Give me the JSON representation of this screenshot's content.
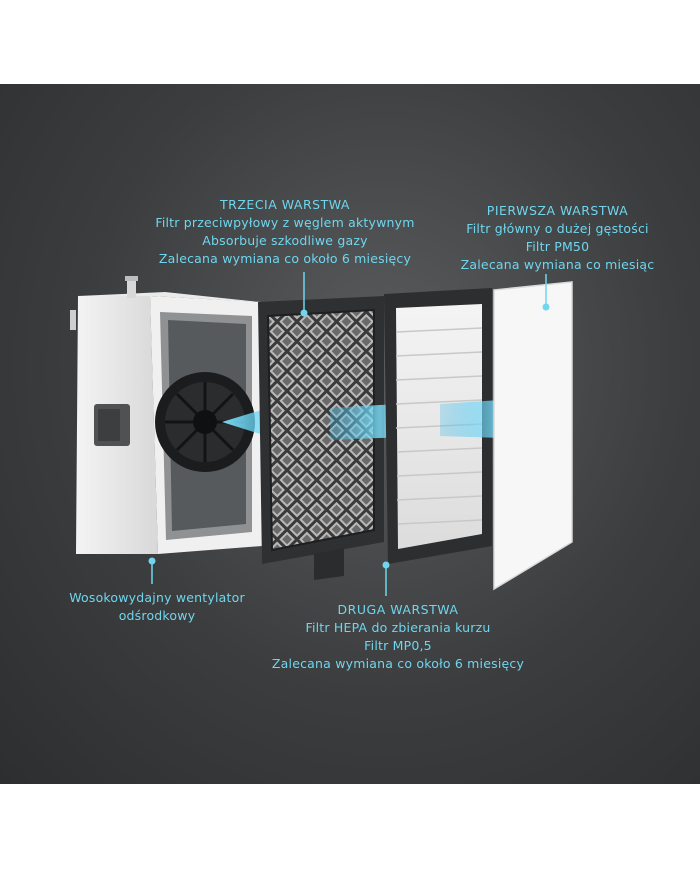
{
  "callouts": {
    "third_layer": {
      "title": "TRZECIA WARSTWA",
      "lines": [
        "Filtr przeciwpyłowy z węglem aktywnym",
        "Absorbuje szkodliwe gazy",
        "Zalecana wymiana co około 6 miesięcy"
      ]
    },
    "first_layer": {
      "title": "PIERWSZA WARSTWA",
      "lines": [
        "Filtr główny o dużej gęstości",
        "Filtr PM50",
        "Zalecana wymiana co miesiąc"
      ]
    },
    "second_layer": {
      "title": "DRUGA WARSTWA",
      "lines": [
        "Filtr HEPA do zbierania kurzu",
        "Filtr MP0,5",
        "Zalecana wymiana co około 6 miesięcy"
      ]
    },
    "fan": {
      "lines": [
        "Wosokowydajny wentylator",
        "odśrodkowy"
      ]
    }
  },
  "colors": {
    "accent": "#6fd6ee",
    "background": "#3b3d3f",
    "page": "#ffffff"
  }
}
